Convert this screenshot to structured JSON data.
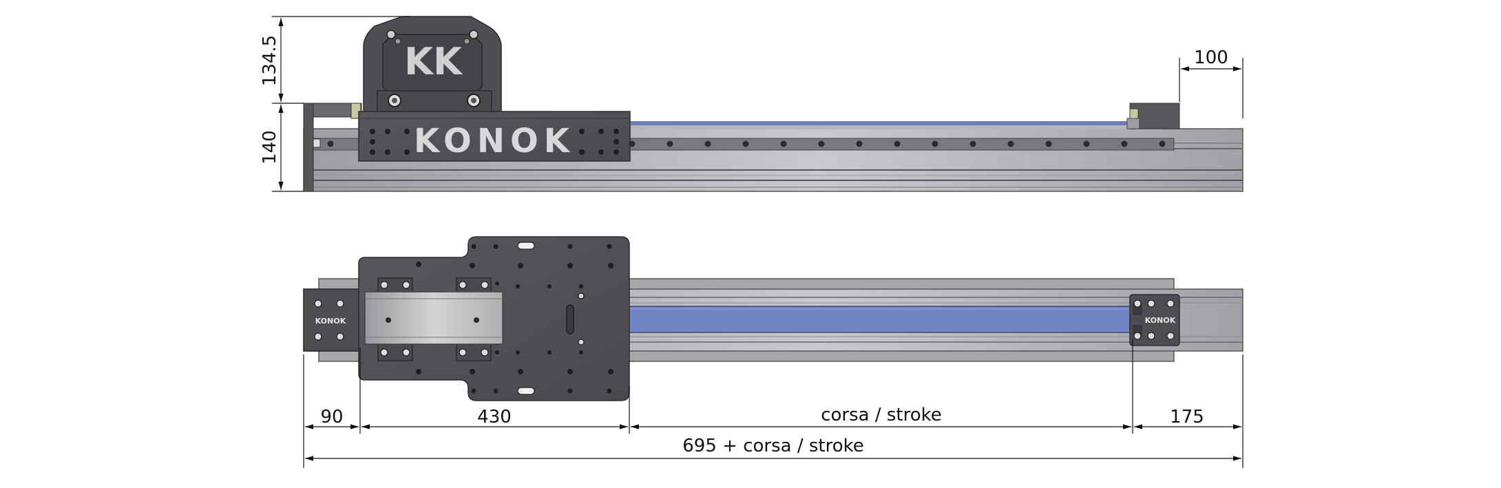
{
  "top_view": {
    "dimensions": {
      "height_upper": "134.5",
      "height_lower": "140",
      "right_end": "100"
    },
    "brand_logo": "KONOK",
    "motor_logo": "KK"
  },
  "bottom_view": {
    "dimensions": {
      "left_end": "90",
      "carriage_length": "430",
      "stroke": "corsa / stroke",
      "right_end": "175",
      "total_length": "695 + corsa / stroke"
    },
    "end_block_logo": "KONOK"
  },
  "colors": {
    "plate": "#5b5b5e",
    "plate_dark": "#3f3f42",
    "rail": "#a9a9ad",
    "rail_light": "#c4c4c8",
    "belt": "#7287c4",
    "logo": "#d8d8da"
  }
}
